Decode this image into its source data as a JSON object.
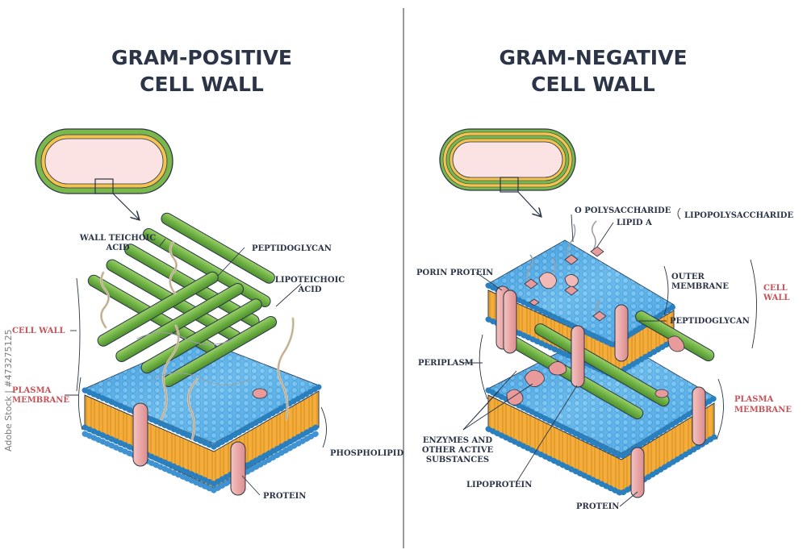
{
  "left": {
    "title_line1": "GRAM-POSITIVE",
    "title_line2": "CELL WALL",
    "labels": {
      "wall_teichoic_1": "WALL TEICHOIC",
      "wall_teichoic_2": "ACID",
      "peptidoglycan": "PEPTIDOGLYCAN",
      "lipoteichoic_1": "LIPOTEICHOIC",
      "lipoteichoic_2": "ACID",
      "cell_wall": "CELL WALL",
      "plasma_1": "PLASMA",
      "plasma_2": "MEMBRANE",
      "phospholipid": "PHOSPHOLIPID",
      "protein": "PROTEIN"
    }
  },
  "right": {
    "title_line1": "GRAM-NEGATIVE",
    "title_line2": "CELL WALL",
    "labels": {
      "o_polysaccharide": "O POLYSACCHARIDE",
      "lipid_a": "LIPID A",
      "lipopolysaccharide": "LIPOPOLYSACCHARIDE",
      "porin": "PORIN PROTEIN",
      "outer_1": "OUTER",
      "outer_2": "MEMBRANE",
      "cell_wall_1": "CELL",
      "cell_wall_2": "WALL",
      "peptidoglycan": "PEPTIDOGLYCAN",
      "periplasm": "PERIPLASM",
      "plasma_1": "PLASMA",
      "plasma_2": "MEMBRANE",
      "enzymes_1": "ENZYMES AND",
      "enzymes_2": "OTHER ACTIVE",
      "enzymes_3": "SUBSTANCES",
      "lipoprotein": "LIPOPROTEIN",
      "protein": "PROTEIN"
    }
  },
  "watermark": "Adobe Stock | #473275125",
  "colors": {
    "text": "#2b3547",
    "red_label": "#c4535a",
    "green": "#74b84a",
    "blue": "#4aa3df",
    "orange": "#f3a93a",
    "pink": "#eaa5a5"
  }
}
